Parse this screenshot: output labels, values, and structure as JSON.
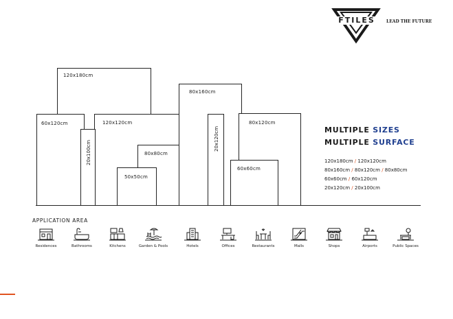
{
  "brand": {
    "name": "FTILES",
    "tagline": "LEAD THE FUTURE"
  },
  "tiles": [
    {
      "label": "120x180cm"
    },
    {
      "label": "60x120cm"
    },
    {
      "label": "20x100cm"
    },
    {
      "label": "120x120cm"
    },
    {
      "label": "80x80cm"
    },
    {
      "label": "50x50cm"
    },
    {
      "label": "80x160cm"
    },
    {
      "label": "20x120cm"
    },
    {
      "label": "80x120cm"
    },
    {
      "label": "60x60cm"
    }
  ],
  "headline": {
    "line1_plain": "MULTIPLE",
    "line1_accent": "SIZES",
    "line2_plain": "MULTIPLE",
    "line2_accent": "SURFACE"
  },
  "specs": [
    [
      "120x180cm",
      "120x120cm"
    ],
    [
      "80x160cm",
      "80x120cm",
      "80x80cm"
    ],
    [
      "60x60cm",
      "60x120cm"
    ],
    [
      "20x120cm",
      "20x100cm"
    ]
  ],
  "application": {
    "title": "APPLICATION AREA",
    "items": [
      {
        "label": "Residences",
        "icon": "house-icon"
      },
      {
        "label": "Bathrooms",
        "icon": "bathtub-icon"
      },
      {
        "label": "Kitchens",
        "icon": "kitchen-icon"
      },
      {
        "label": "Garden & Pools",
        "icon": "pool-icon"
      },
      {
        "label": "Hotels",
        "icon": "hotel-icon"
      },
      {
        "label": "Offices",
        "icon": "office-desk-icon"
      },
      {
        "label": "Restaurants",
        "icon": "restaurant-icon"
      },
      {
        "label": "Malls",
        "icon": "escalator-icon"
      },
      {
        "label": "Shops",
        "icon": "shop-icon"
      },
      {
        "label": "Airports",
        "icon": "airport-tower-icon"
      },
      {
        "label": "Public Spaces",
        "icon": "public-space-icon"
      }
    ]
  },
  "colors": {
    "accent_blue": "#1f3f8f",
    "accent_orange": "#e0531f",
    "ink": "#1a1a1a"
  }
}
